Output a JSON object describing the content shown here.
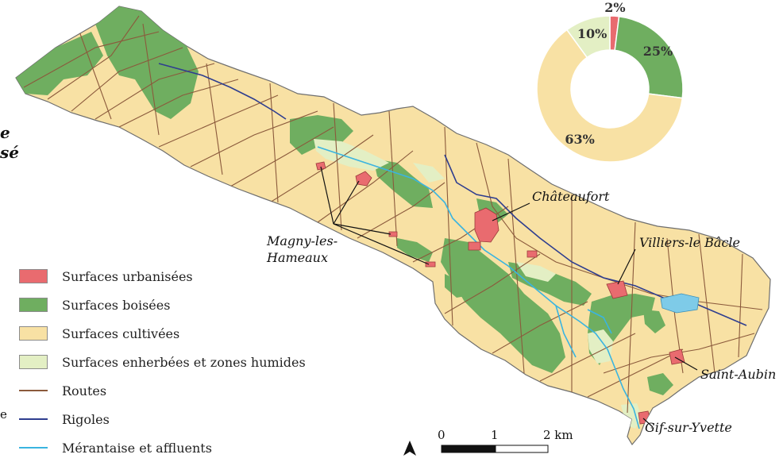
{
  "legend": {
    "items": [
      {
        "label": "Surfaces urbanisées",
        "kind": "area",
        "color": "#e96b6f"
      },
      {
        "label": "Surfaces boisées",
        "kind": "area",
        "color": "#6fae60"
      },
      {
        "label": "Surfaces cultivées",
        "kind": "area",
        "color": "#f8e1a4"
      },
      {
        "label": "Surfaces enherbées et zones humides",
        "kind": "area",
        "color": "#e3efc4"
      },
      {
        "label": "Routes",
        "kind": "line",
        "color": "#8b5a3c"
      },
      {
        "label": "Rigoles",
        "kind": "line",
        "color": "#2f3e8f"
      },
      {
        "label": "Mérantaise et affluents",
        "kind": "line",
        "color": "#3ab4e0"
      }
    ]
  },
  "places": {
    "chateaufort": "Châteaufort",
    "villiers": "Villiers-le Bâcle",
    "saint_aubin": "Saint-Aubin",
    "gif": "Gif-sur-Yvette",
    "magny_line1": "Magny-les-",
    "magny_line2": "Hameaux"
  },
  "cut_text": {
    "e": "e",
    "se": "sé",
    "small_e": "e"
  },
  "scale_bar": {
    "ticks": [
      "0",
      "1",
      "2 km"
    ]
  },
  "chart_data": {
    "type": "pie",
    "donut": true,
    "slices": [
      {
        "label": "2%",
        "value": 2,
        "color": "#e96b6f"
      },
      {
        "label": "25%",
        "value": 25,
        "color": "#6fae60"
      },
      {
        "label": "63%",
        "value": 63,
        "color": "#f8e1a4"
      },
      {
        "label": "10%",
        "value": 10,
        "color": "#e3efc4"
      }
    ],
    "start_angle_deg": 0,
    "direction": "clockwise",
    "legend": "none"
  }
}
